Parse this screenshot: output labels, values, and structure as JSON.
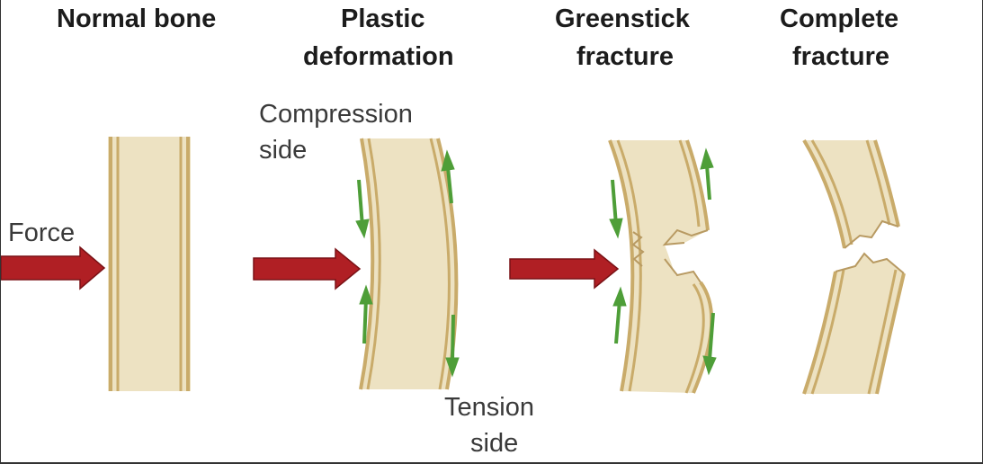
{
  "headings": {
    "normal": "Normal bone",
    "plastic_1": "Plastic",
    "plastic_2": "deformation",
    "greenstick_1": "Greenstick",
    "greenstick_2": "fracture",
    "complete_1": "Complete",
    "complete_2": "fracture"
  },
  "labels": {
    "force": "Force",
    "compression_1": "Compression",
    "compression_2": "side",
    "tension_1": "Tension",
    "tension_2": "side"
  },
  "colors": {
    "bone_fill": "#ede2c2",
    "bone_edge": "#c9ab6a",
    "force_arrow": "#b01f24",
    "stress_arrow": "#4e9e38"
  }
}
